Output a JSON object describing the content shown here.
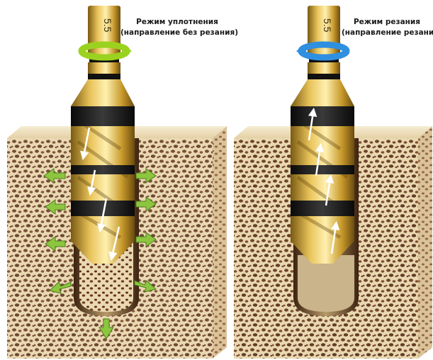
{
  "panels": [
    {
      "title": "Режим уплотнения",
      "subtitle": "(направление без резания)",
      "drill_label": "5.5",
      "rotation_arrow_color": "#9bd21f",
      "bone_arrow_color": "#8cc63f"
    },
    {
      "title": "Режим резания",
      "subtitle": "(направление резания)",
      "drill_label": "5.5",
      "rotation_arrow_color": "#2f8fe0"
    }
  ]
}
